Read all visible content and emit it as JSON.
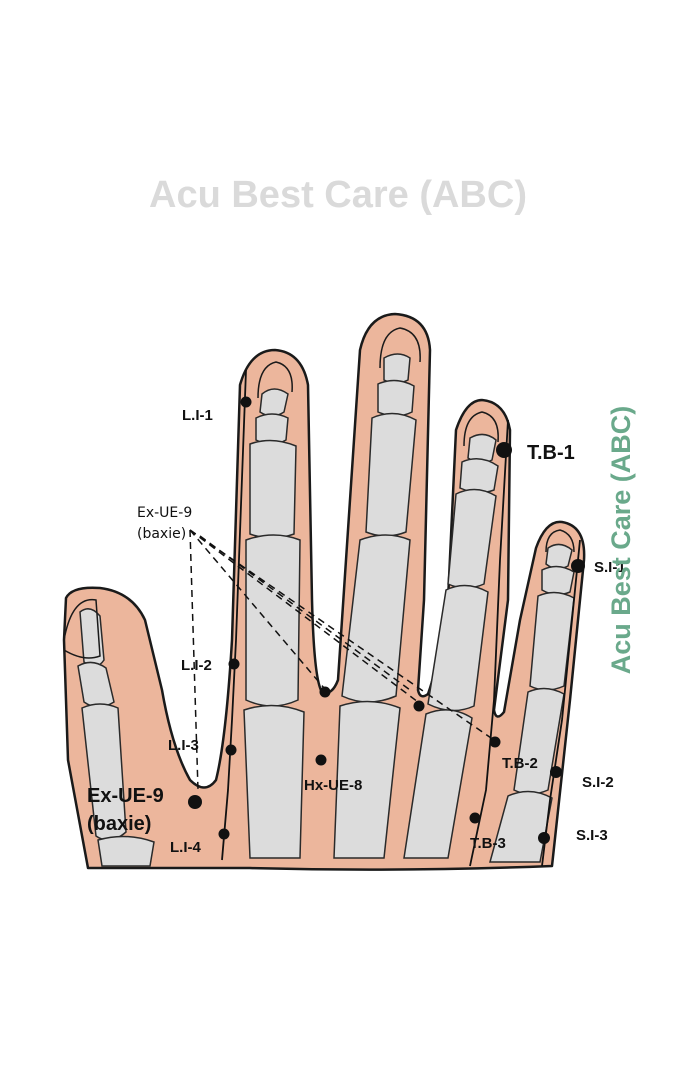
{
  "colors": {
    "skin": "#ecb69c",
    "outline": "#1a1a1a",
    "bone": "#dcdcdc",
    "bone_edge": "#2a2a2a",
    "watermark_gray": "#dadada",
    "watermark_green": "#6aa98b"
  },
  "watermark": {
    "top": "Acu Best Care (ABC)",
    "side": "Acu Best Care (ABC)"
  },
  "points": {
    "li1": "L.I-1",
    "li2": "L.I-2",
    "li3": "L.I-3",
    "li4": "L.I-4",
    "tb1": "T.B-1",
    "tb2": "T.B-2",
    "tb3": "T.B-3",
    "si1": "S.I-1",
    "si2": "S.I-2",
    "si3": "S.I-3",
    "hx_ue8": "Hx-UE-8",
    "ex_ue9_small_1": "Ex-UE-9",
    "ex_ue9_small_2": "(baxie)",
    "ex_ue9_big_1": "Ex-UE-9",
    "ex_ue9_big_2": "(baxie)"
  }
}
